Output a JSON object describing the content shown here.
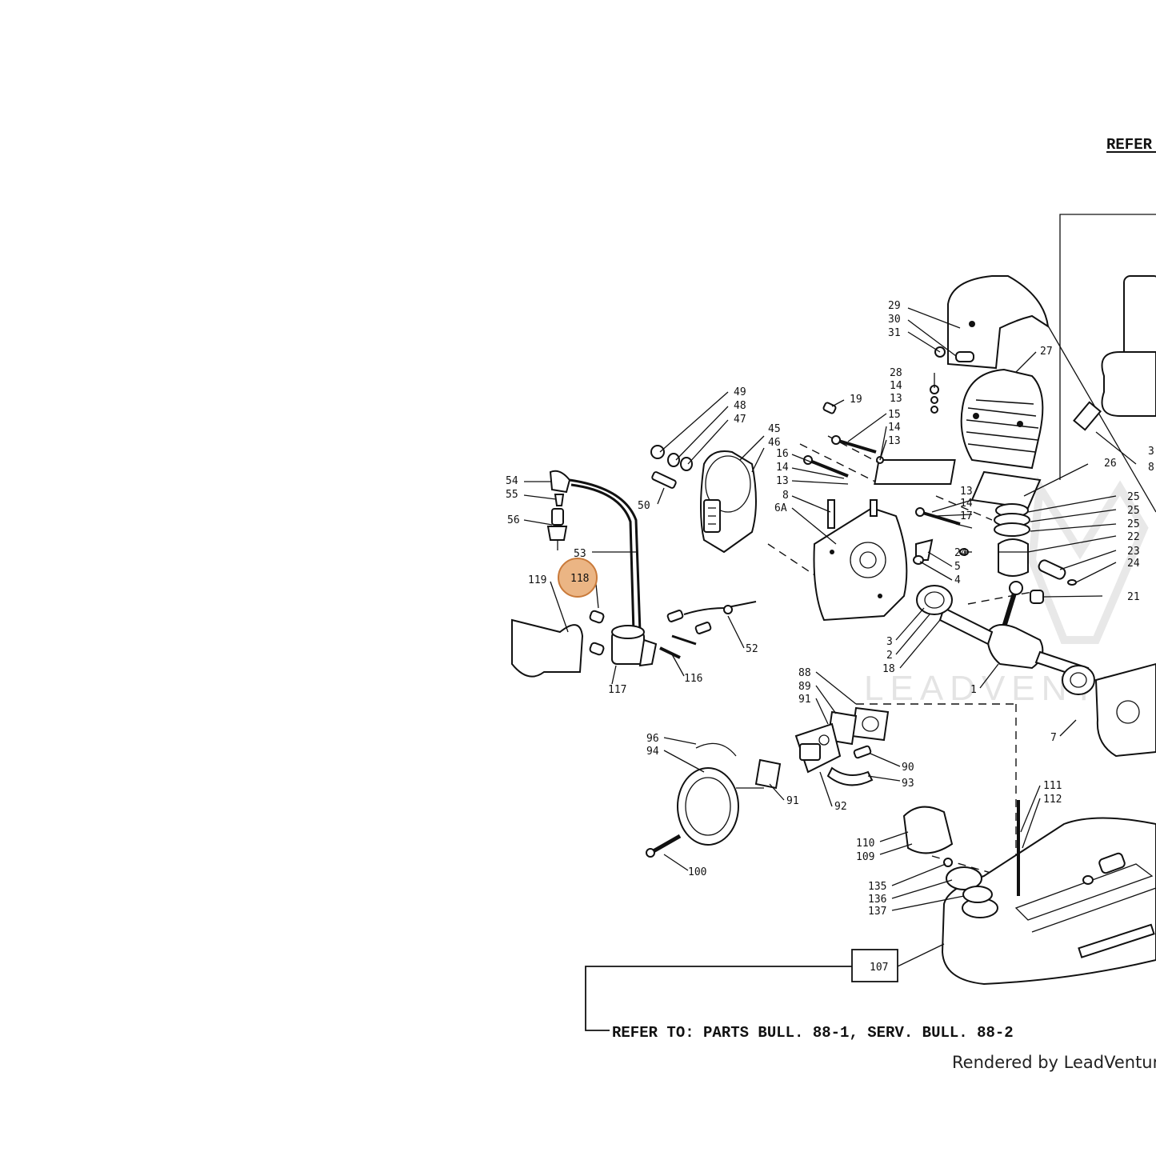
{
  "header": {
    "title_fragment": "REFER"
  },
  "footer": {
    "refer_note": "REFER TO: PARTS BULL. 88-1, SERV. BULL. 88-2",
    "credit": "Rendered by LeadVenture,"
  },
  "watermark": {
    "text": "LEADVENTURE"
  },
  "highlight": {
    "label": "118",
    "color": "#e7a86e",
    "border_color": "#c97a3a"
  },
  "callout_box": {
    "label": "107"
  },
  "callouts": {
    "c29": "29",
    "c30": "30",
    "c31": "31",
    "c27": "27",
    "c28": "28",
    "c14a": "14",
    "c13a": "13",
    "c19": "19",
    "c15": "15",
    "c14b": "14",
    "c13b": "13",
    "c49": "49",
    "c48": "48",
    "c47": "47",
    "c45": "45",
    "c46": "46",
    "c16": "16",
    "c14c": "14",
    "c13c": "13",
    "c8": "8",
    "c6a": "6A",
    "c50": "50",
    "c54": "54",
    "c55": "55",
    "c56": "56",
    "c53": "53",
    "c119": "119",
    "c117": "117",
    "c116": "116",
    "c52": "52",
    "c26": "26",
    "c13d": "13",
    "c14d": "14",
    "c17": "17",
    "c25a": "25",
    "c25b": "25",
    "c25c": "25",
    "c22": "22",
    "c23": "23",
    "c24b": "24",
    "c21": "21",
    "c24a": "24",
    "c5": "5",
    "c4": "4",
    "c3": "3",
    "c2": "2",
    "c18": "18",
    "c1": "1",
    "c7": "7",
    "c88": "88",
    "c89": "89",
    "c91a": "91",
    "c96": "96",
    "c94": "94",
    "c90": "90",
    "c93": "93",
    "c91b": "91",
    "c92": "92",
    "c100": "100",
    "c111": "111",
    "c112": "112",
    "c110": "110",
    "c109": "109",
    "c135": "135",
    "c136": "136",
    "c137": "137",
    "c3r": "3",
    "c8r": "8"
  }
}
